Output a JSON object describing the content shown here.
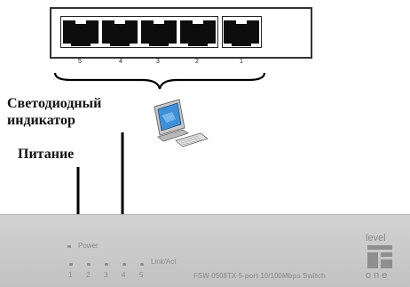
{
  "diagram": {
    "back_ports": [
      "5",
      "4",
      "3",
      "2",
      "1"
    ],
    "label_led_line1": "Светодиодный",
    "label_led_line2": "индикатор",
    "label_power": "Питание",
    "pc_icon": "computer-icon"
  },
  "front_panel": {
    "power_label": "Power",
    "port_numbers": [
      "1",
      "2",
      "3",
      "4",
      "5"
    ],
    "link_act_label": "Link/Act",
    "model_text": "FSW-0508TX  5-port 10/100Mbps Switch",
    "brand_top": "level",
    "brand_bottom": "one"
  }
}
